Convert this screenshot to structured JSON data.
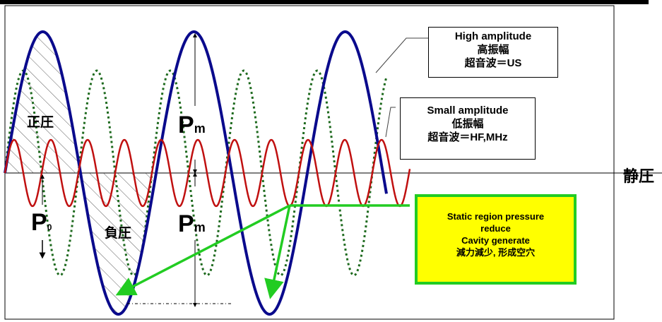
{
  "diagram": {
    "right_label": "静圧",
    "labels": {
      "positive_pressure": "正圧",
      "negative_pressure": "負圧",
      "p0_main": "P",
      "p0_sub": "0",
      "pm_upper_main": "P",
      "pm_upper_sub": "m",
      "pm_lower_main": "P",
      "pm_lower_sub": "m"
    },
    "high_amplitude_box": {
      "line1": "High amplitude",
      "line2": "高振幅",
      "line3": "超音波＝US"
    },
    "small_amplitude_box": {
      "line1": "Small amplitude",
      "line2": "低振幅",
      "line3": "超音波＝HF,MHz"
    },
    "cavity_box": {
      "line1": "Static region pressure",
      "line2": "reduce",
      "line3": "Cavity generate",
      "line4": "減力減少, 形成空穴"
    },
    "colors": {
      "high_wave": "#0a0a8c",
      "small_wave": "#c01010",
      "medium_wave": "#1e6a1e",
      "arrow": "#22cc22",
      "cavity_box_bg": "#ffff00"
    }
  }
}
